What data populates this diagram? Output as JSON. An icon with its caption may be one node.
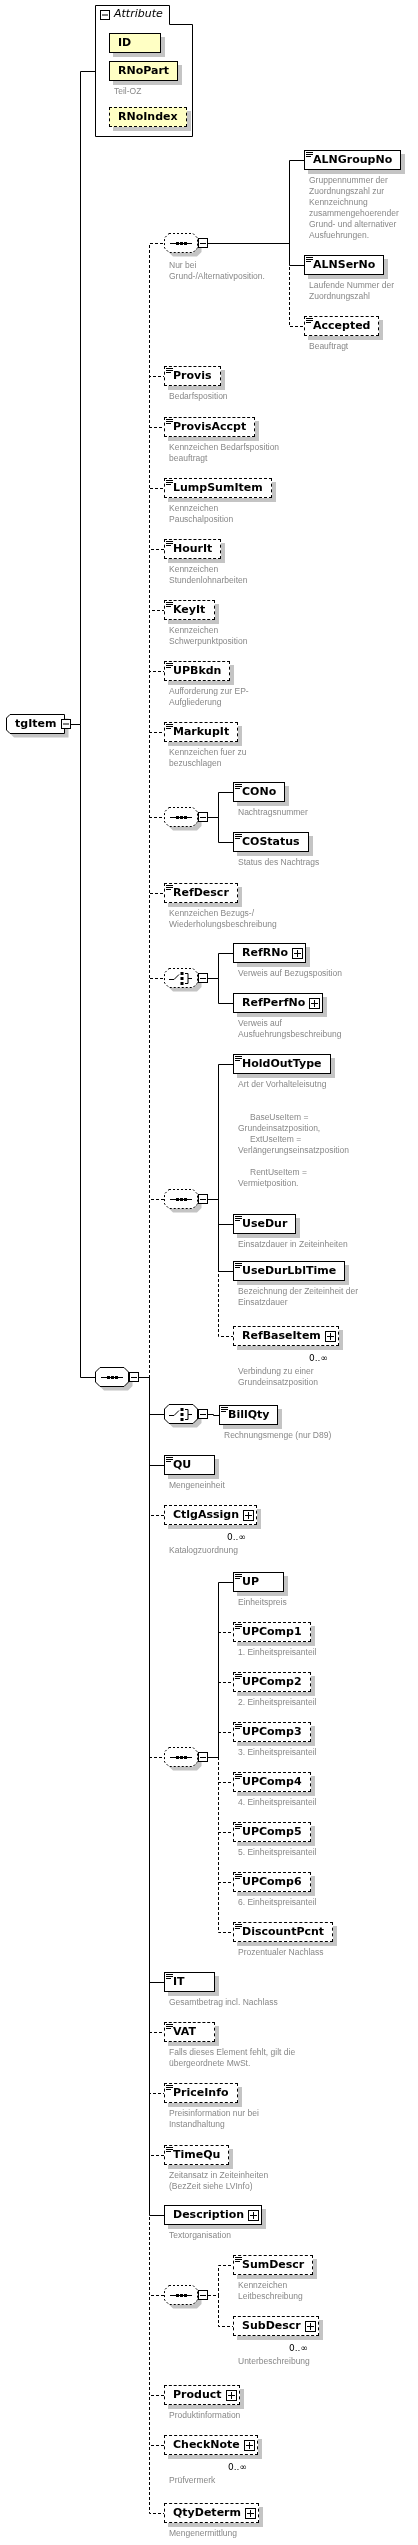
{
  "diagram": {
    "nodes": [
      {
        "text": [
          "tgItem"
        ]
      },
      {
        "text": [
          "Attribute"
        ]
      },
      {
        "text": [
          "ID"
        ],
        "in": 1
      },
      {
        "text": [
          "RNoPart"
        ],
        "in": 1,
        "beside": [
          "Teil-OZ"
        ]
      },
      {
        "text": [
          "RNoIndex"
        ],
        "in": 1
      },
      {
        "text": [],
        "shape": "octagon"
      },
      {
        "text": [],
        "shape": "octagon",
        "beside": [
          "Nur bei Grund-/Alternativposition."
        ]
      },
      {
        "text": [
          "ALNGroupNo"
        ],
        "beside": [
          "Gruppennummer der Zuordnungszahl zur Kennzeichnung zusammengehoerender Grund- und alternativer Ausfuehrungen."
        ]
      },
      {
        "text": [
          "ALNSerNo"
        ],
        "beside": [
          "Laufende Nummer der Zuordnungszahl"
        ]
      },
      {
        "text": [
          "Accepted"
        ],
        "beside": [
          "Beauftragt"
        ]
      },
      {
        "text": [
          "Provis"
        ],
        "beside": [
          "Bedarfsposition"
        ]
      },
      {
        "text": [
          "ProvisAccpt"
        ],
        "beside": [
          "Kennzeichen Bedarfsposition beauftragt"
        ]
      },
      {
        "text": [
          "LumpSumItem"
        ],
        "beside": [
          "Kennzeichen Pauschalposition"
        ]
      },
      {
        "text": [
          "HourIt"
        ],
        "beside": [
          "Kennzeichen Stundenlohnarbeiten"
        ]
      },
      {
        "text": [
          "KeyIt"
        ],
        "beside": [
          "Kennzeichen Schwerpunktposition"
        ]
      },
      {
        "text": [
          "UPBkdn"
        ],
        "beside": [
          "Aufforderung zur EP-Aufgliederung"
        ]
      },
      {
        "text": [
          "MarkupIt"
        ],
        "beside": [
          "Kennzeichen fuer zu bezuschlagen"
        ]
      },
      {
        "text": [],
        "shape": "octagon"
      },
      {
        "text": [
          "CONo"
        ],
        "beside": [
          "Nachtragsnummer"
        ]
      },
      {
        "text": [
          "COStatus"
        ],
        "beside": [
          "Status des Nachtrags"
        ]
      },
      {
        "text": [
          "RefDescr"
        ],
        "beside": [
          "Kennzeichen Bezugs-/ Wiederholungsbeschreibung"
        ]
      },
      {
        "text": [],
        "shape": "octagon"
      },
      {
        "text": [
          "RefRNo"
        ],
        "beside": [
          "Verweis auf Bezugsposition"
        ]
      },
      {
        "text": [
          "RefPerfNo"
        ],
        "beside": [
          "Verweis auf Ausfuehrungsbeschreibung"
        ]
      },
      {
        "text": [],
        "shape": "octagon"
      },
      {
        "text": [
          "HoldOutType"
        ],
        "beside": [
          "Art der Vorhalteleisutng",
          "BaseUseItem = Grundeinsatzposition,",
          "ExtUseItem = Verlängerungseinsatzposition",
          "RentUseItem = Vermietposition."
        ]
      },
      {
        "text": [
          "UseDur"
        ],
        "beside": [
          "Einsatzdauer in Zeiteinheiten"
        ]
      },
      {
        "text": [
          "UseDurLblTime"
        ],
        "beside": [
          "Bezeichnung der Zeiteinheit der Einsatzdauer"
        ]
      },
      {
        "text": [
          "RefBaseItem"
        ],
        "beside": [
          "0..∞",
          "Verbindung zu einer Grundeinsatzposition"
        ]
      },
      {
        "text": [],
        "shape": "octagon"
      },
      {
        "text": [
          "BillQty"
        ],
        "beside": [
          "Rechnungsmenge (nur D89)"
        ]
      },
      {
        "text": [
          "QU"
        ],
        "beside": [
          "Mengeneinheit"
        ]
      },
      {
        "text": [
          "CtlgAssign"
        ],
        "beside": [
          "0..∞",
          "Katalogzuordnung"
        ]
      },
      {
        "text": [],
        "shape": "octagon"
      },
      {
        "text": [
          "UP"
        ],
        "beside": [
          "Einheitspreis"
        ]
      },
      {
        "text": [
          "UPComp1"
        ],
        "beside": [
          "1. Einheitspreisanteil"
        ]
      },
      {
        "text": [
          "UPComp2"
        ],
        "beside": [
          "2. Einheitspreisanteil"
        ]
      },
      {
        "text": [
          "UPComp3"
        ],
        "beside": [
          "3. Einheitspreisanteil"
        ]
      },
      {
        "text": [
          "UPComp4"
        ],
        "beside": [
          "4. Einheitspreisanteil"
        ]
      },
      {
        "text": [
          "UPComp5"
        ],
        "beside": [
          "5. Einheitspreisanteil"
        ]
      },
      {
        "text": [
          "UPComp6"
        ],
        "beside": [
          "6. Einheitspreisanteil"
        ]
      },
      {
        "text": [
          "DiscountPcnt"
        ],
        "beside": [
          "Prozentualer Nachlass"
        ]
      },
      {
        "text": [
          "IT"
        ],
        "beside": [
          "Gesamtbetrag incl. Nachlass"
        ]
      },
      {
        "text": [
          "VAT"
        ],
        "beside": [
          "Falls dieses Element fehlt, gilt die übergeordnete MwSt."
        ]
      },
      {
        "text": [
          "PriceInfo"
        ],
        "beside": [
          "Preisinformation nur bei Instandhaltung"
        ]
      },
      {
        "text": [
          "TimeQu"
        ],
        "beside": [
          "Zeitansatz in Zeiteinheiten (BezZeit siehe LVInfo)"
        ]
      },
      {
        "text": [
          "Description"
        ],
        "beside": [
          "Textorganisation"
        ]
      },
      {
        "text": [],
        "shape": "octagon"
      },
      {
        "text": [
          "SumDescr"
        ],
        "beside": [
          "Kennzeichen Leitbeschreibung"
        ]
      },
      {
        "text": [
          "SubDescr"
        ],
        "beside": [
          "0..∞",
          "Unterbeschreibung"
        ]
      },
      {
        "text": [
          "Product"
        ],
        "beside": [
          "Produktinformation"
        ]
      },
      {
        "text": [
          "CheckNote"
        ],
        "beside": [
          "0..∞",
          "Prüfvermerk"
        ]
      },
      {
        "text": [
          "QtyDeterm"
        ],
        "beside": [
          "Mengenermittlung"
        ]
      }
    ],
    "edges": [
      {
        "from": 0,
        "to": 1,
        "arrow": "none"
      },
      {
        "from": 0,
        "to": 5,
        "arrow": "none"
      },
      {
        "from": 5,
        "to": 6,
        "arrow": "none",
        "style": "dashed"
      },
      {
        "from": 6,
        "to": 7,
        "arrow": "none"
      },
      {
        "from": 6,
        "to": 8,
        "arrow": "none"
      },
      {
        "from": 6,
        "to": 9,
        "arrow": "none",
        "style": "dashed"
      },
      {
        "from": 5,
        "to": 10,
        "arrow": "none",
        "style": "dashed"
      },
      {
        "from": 5,
        "to": 11,
        "arrow": "none",
        "style": "dashed"
      },
      {
        "from": 5,
        "to": 12,
        "arrow": "none",
        "style": "dashed"
      },
      {
        "from": 5,
        "to": 13,
        "arrow": "none",
        "style": "dashed"
      },
      {
        "from": 5,
        "to": 14,
        "arrow": "none",
        "style": "dashed"
      },
      {
        "from": 5,
        "to": 15,
        "arrow": "none",
        "style": "dashed"
      },
      {
        "from": 5,
        "to": 16,
        "arrow": "none",
        "style": "dashed"
      },
      {
        "from": 5,
        "to": 17,
        "arrow": "none",
        "style": "dashed"
      },
      {
        "from": 17,
        "to": 18,
        "arrow": "none"
      },
      {
        "from": 17,
        "to": 19,
        "arrow": "none"
      },
      {
        "from": 5,
        "to": 20,
        "arrow": "none",
        "style": "dashed"
      },
      {
        "from": 5,
        "to": 21,
        "arrow": "none",
        "style": "dashed"
      },
      {
        "from": 21,
        "to": 22,
        "arrow": "none"
      },
      {
        "from": 21,
        "to": 23,
        "arrow": "none"
      },
      {
        "from": 5,
        "to": 24,
        "arrow": "none",
        "style": "dashed"
      },
      {
        "from": 24,
        "to": 25,
        "arrow": "none"
      },
      {
        "from": 24,
        "to": 26,
        "arrow": "none"
      },
      {
        "from": 24,
        "to": 27,
        "arrow": "none"
      },
      {
        "from": 24,
        "to": 28,
        "arrow": "none",
        "style": "dashed"
      },
      {
        "from": 5,
        "to": 29,
        "arrow": "none"
      },
      {
        "from": 29,
        "to": 30,
        "arrow": "none"
      },
      {
        "from": 5,
        "to": 31,
        "arrow": "none"
      },
      {
        "from": 5,
        "to": 32,
        "arrow": "none",
        "style": "dashed"
      },
      {
        "from": 5,
        "to": 33,
        "arrow": "none",
        "style": "dashed"
      },
      {
        "from": 33,
        "to": 34,
        "arrow": "none"
      },
      {
        "from": 33,
        "to": 35,
        "arrow": "none",
        "style": "dashed"
      },
      {
        "from": 33,
        "to": 36,
        "arrow": "none",
        "style": "dashed"
      },
      {
        "from": 33,
        "to": 37,
        "arrow": "none",
        "style": "dashed"
      },
      {
        "from": 33,
        "to": 38,
        "arrow": "none",
        "style": "dashed"
      },
      {
        "from": 33,
        "to": 39,
        "arrow": "none",
        "style": "dashed"
      },
      {
        "from": 33,
        "to": 40,
        "arrow": "none",
        "style": "dashed"
      },
      {
        "from": 33,
        "to": 41,
        "arrow": "none",
        "style": "dashed"
      },
      {
        "from": 5,
        "to": 42,
        "arrow": "none"
      },
      {
        "from": 5,
        "to": 43,
        "arrow": "none",
        "style": "dashed"
      },
      {
        "from": 5,
        "to": 44,
        "arrow": "none",
        "style": "dashed"
      },
      {
        "from": 5,
        "to": 45,
        "arrow": "none",
        "style": "dashed"
      },
      {
        "from": 5,
        "to": 46,
        "arrow": "none"
      },
      {
        "from": 5,
        "to": 47,
        "arrow": "none",
        "style": "dashed"
      },
      {
        "from": 47,
        "to": 48,
        "arrow": "none",
        "style": "dashed"
      },
      {
        "from": 47,
        "to": 49,
        "arrow": "none",
        "style": "dashed"
      },
      {
        "from": 5,
        "to": 50,
        "arrow": "none",
        "style": "dashed"
      },
      {
        "from": 5,
        "to": 51,
        "arrow": "none",
        "style": "dashed"
      },
      {
        "from": 5,
        "to": 52,
        "arrow": "none",
        "style": "dashed"
      }
    ]
  }
}
